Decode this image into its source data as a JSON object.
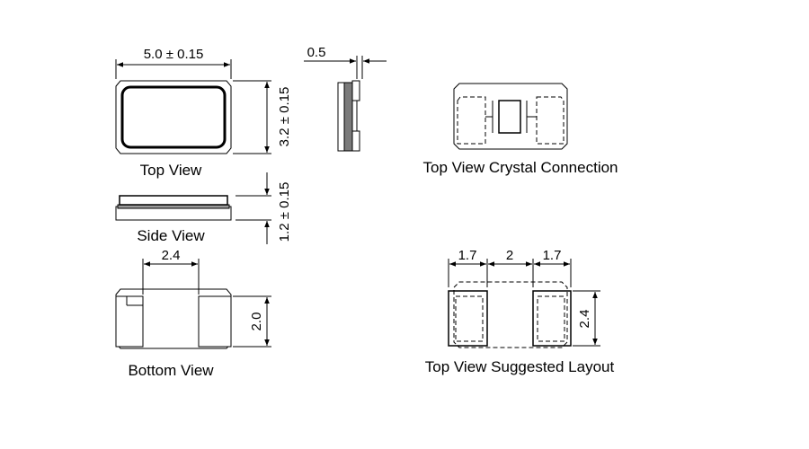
{
  "top_view": {
    "width_dim": "5.0 ± 0.15",
    "height_dim": "3.2 ± 0.15",
    "caption": "Top View"
  },
  "pin_view": {
    "thickness_dim": "0.5"
  },
  "side_view": {
    "height_dim": "1.2 ± 0.15",
    "caption": "Side View"
  },
  "bottom_view": {
    "pad_spacing_dim": "2.4",
    "pad_height_dim": "2.0",
    "caption": "Bottom View"
  },
  "crystal_connection": {
    "caption": "Top View Crystal Connection"
  },
  "suggested_layout": {
    "left_pad_dim": "1.7",
    "gap_dim": "2",
    "right_pad_dim": "1.7",
    "height_dim": "2.4",
    "caption": "Top View Suggested Layout"
  }
}
